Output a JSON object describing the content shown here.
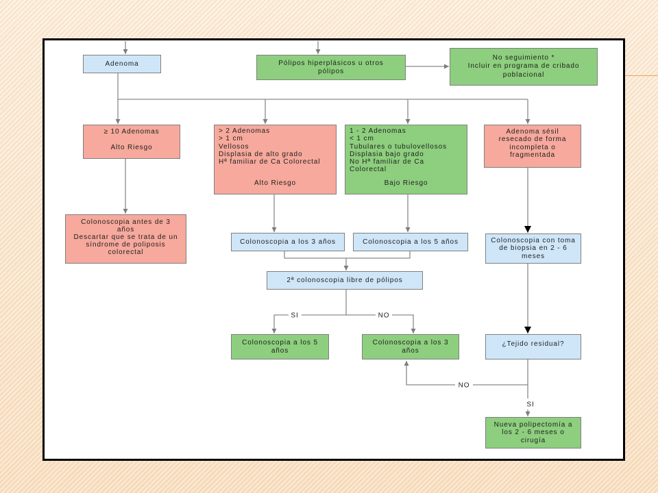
{
  "colors": {
    "page_background": "#F9E3C8",
    "node_blue": "#CFE6F9",
    "node_green": "#8DCF7E",
    "node_salmon": "#F6A99C",
    "connector": "#8A8A8A",
    "accent_rule": "#E9A35A"
  },
  "nodes": {
    "adenoma": {
      "lines": [
        "Adenoma"
      ]
    },
    "polipos": {
      "lines": [
        "Pólipos hiperplásicos u otros",
        "pólipos"
      ]
    },
    "no_seguimiento": {
      "lines": [
        "No seguimiento *",
        "Incluir en programa de cribado",
        "poblacional"
      ]
    },
    "diez_adenomas": {
      "lines": [
        "≥ 10 Adenomas"
      ],
      "risk": "Alto Riesgo"
    },
    "alto_riesgo": {
      "lines": [
        "> 2 Adenomas",
        "> 1 cm",
        "Vellosos",
        "Displasia de alto grado",
        "Hª familiar de Ca Colorectal"
      ],
      "risk": "Alto Riesgo"
    },
    "bajo_riesgo": {
      "lines": [
        "1 - 2 Adenomas",
        "< 1 cm",
        "Tubulares o tubulovellosos",
        "Displasia bajo grado",
        "No Hª familiar de Ca",
        "Colorectal"
      ],
      "risk": "Bajo Riesgo"
    },
    "adenoma_sesil": {
      "lines": [
        "Adenoma sésil",
        "resecado de forma",
        "incompleta o",
        "fragmentada"
      ]
    },
    "colono_antes_3": {
      "lines": [
        "Colonoscopia antes de 3",
        "años",
        "Descartar que se trata de un",
        "síndrome de poliposis",
        "colorectal"
      ]
    },
    "colono_3": {
      "lines": [
        "Colonoscopia a los 3 años"
      ]
    },
    "colono_5": {
      "lines": [
        "Colonoscopia a los 5 años"
      ]
    },
    "colono_biopsia": {
      "lines": [
        "Colonoscopia con toma",
        "de biopsia en 2 - 6",
        "meses"
      ]
    },
    "segunda_colono": {
      "lines": [
        "2ª colonoscopia libre de pólipos"
      ]
    },
    "colono_5_final": {
      "lines": [
        "Colonoscopia a los 5",
        "años"
      ]
    },
    "colono_3_final": {
      "lines": [
        "Colonoscopia a los 3",
        "años"
      ]
    },
    "tejido_residual": {
      "lines": [
        "¿Tejido residual?"
      ]
    },
    "nueva_polipectomia": {
      "lines": [
        "Nueva polipectomía a",
        "los 2 - 6 meses o",
        "cirugía"
      ]
    }
  },
  "edge_labels": {
    "si_segunda": "SI",
    "no_segunda": "NO",
    "no_tejido": "NO",
    "si_tejido": "SI"
  }
}
